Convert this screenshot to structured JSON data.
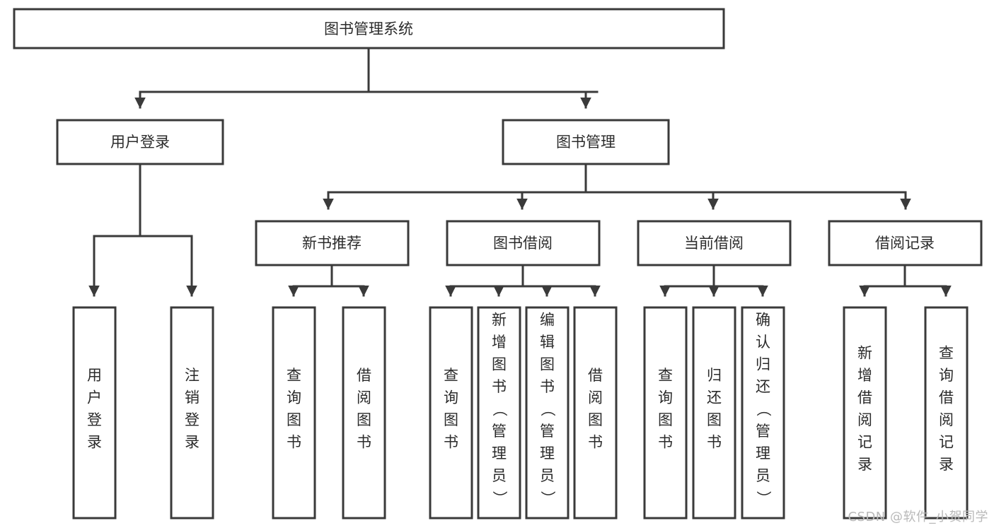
{
  "diagram": {
    "type": "tree",
    "title": "图书管理系统",
    "colors": {
      "box_stroke": "#3a3a3a",
      "box_fill": "#ffffff",
      "text": "#2b2b2b",
      "connector": "#3a3a3a",
      "watermark": "#b9b9b9",
      "background": "#ffffff"
    },
    "root": {
      "label": "图书管理系统"
    },
    "level2": [
      {
        "label": "用户登录"
      },
      {
        "label": "图书管理"
      }
    ],
    "level3": [
      {
        "label": "新书推荐"
      },
      {
        "label": "图书借阅"
      },
      {
        "label": "当前借阅"
      },
      {
        "label": "借阅记录"
      }
    ],
    "leaves": {
      "user_login": [
        {
          "label": "用户登录"
        },
        {
          "label": "注销登录"
        }
      ],
      "new_book_recommend": [
        {
          "label": "查询图书"
        },
        {
          "label": "借阅图书"
        }
      ],
      "book_borrow": [
        {
          "label": "查询图书"
        },
        {
          "label": "新增图书（管理员）"
        },
        {
          "label": "编辑图书（管理员）"
        },
        {
          "label": "借阅图书"
        }
      ],
      "current_borrow": [
        {
          "label": "查询图书"
        },
        {
          "label": "归还图书"
        },
        {
          "label": "确认归还（管理员）"
        }
      ],
      "borrow_records": [
        {
          "label": "新增借阅记录"
        },
        {
          "label": "查询借阅记录"
        }
      ]
    },
    "edges": [
      {
        "from": "图书管理系统",
        "to": "用户登录"
      },
      {
        "from": "图书管理系统",
        "to": "图书管理"
      },
      {
        "from": "图书管理",
        "to": "新书推荐"
      },
      {
        "from": "图书管理",
        "to": "图书借阅"
      },
      {
        "from": "图书管理",
        "to": "当前借阅"
      },
      {
        "from": "图书管理",
        "to": "借阅记录"
      },
      {
        "from": "用户登录",
        "to": "用户登录"
      },
      {
        "from": "用户登录",
        "to": "注销登录"
      },
      {
        "from": "新书推荐",
        "to": "查询图书"
      },
      {
        "from": "新书推荐",
        "to": "借阅图书"
      },
      {
        "from": "图书借阅",
        "to": "查询图书"
      },
      {
        "from": "图书借阅",
        "to": "新增图书（管理员）"
      },
      {
        "from": "图书借阅",
        "to": "编辑图书（管理员）"
      },
      {
        "from": "图书借阅",
        "to": "借阅图书"
      },
      {
        "from": "当前借阅",
        "to": "查询图书"
      },
      {
        "from": "当前借阅",
        "to": "归还图书"
      },
      {
        "from": "当前借阅",
        "to": "确认归还（管理员）"
      },
      {
        "from": "借阅记录",
        "to": "新增借阅记录"
      },
      {
        "from": "借阅记录",
        "to": "查询借阅记录"
      }
    ]
  },
  "watermark": {
    "text": "CSDN @软件_小贺同学"
  }
}
